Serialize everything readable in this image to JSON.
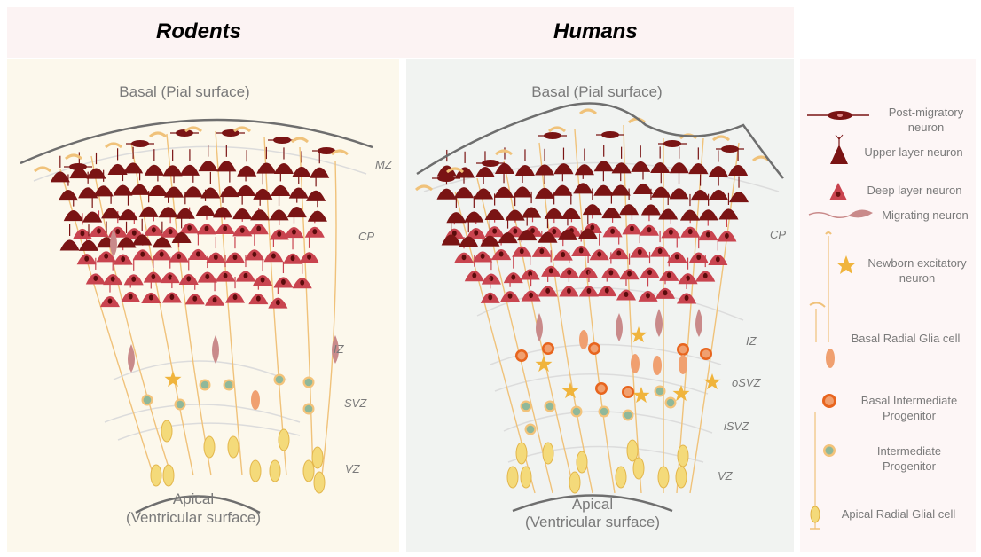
{
  "titles": {
    "rodents": "Rodents",
    "humans": "Humans"
  },
  "surfaces": {
    "basal": "Basal (Pial surface)",
    "apical_line1": "Apical",
    "apical_line2": "(Ventricular surface)"
  },
  "rodent_zones": {
    "mz": "MZ",
    "cp": "CP",
    "iz": "IZ",
    "svz": "SVZ",
    "vz": "VZ"
  },
  "human_zones": {
    "cp": "CP",
    "iz": "IZ",
    "osvz": "oSVZ",
    "isvz": "iSVZ",
    "vz": "VZ"
  },
  "legend": {
    "post_migratory_1": "Post-migratory",
    "post_migratory_2": "neuron",
    "upper_layer": "Upper layer neuron",
    "deep_layer": "Deep layer neuron",
    "migrating": "Migrating neuron",
    "newborn_1": "Newborn excitatory",
    "newborn_2": "neuron",
    "basal_rg": "Basal Radial Glia cell",
    "basal_ip_1": "Basal Intermediate",
    "basal_ip_2": "Progenitor",
    "ip_1": "Intermediate",
    "ip_2": "Progenitor",
    "apical_rg": "Apical Radial Glial cell"
  },
  "colors": {
    "upper_neuron": "#7a1414",
    "deep_neuron": "#c9444f",
    "fiber": "#f0c27a",
    "apical_cell": "#f4da7a",
    "basal_rg": "#f0a070",
    "basal_ip": "#e8651e",
    "ip_fill": "#8fb89a",
    "ip_ring": "#f3c37a",
    "star": "#f0b43c",
    "migrating": "#c98a8a"
  }
}
